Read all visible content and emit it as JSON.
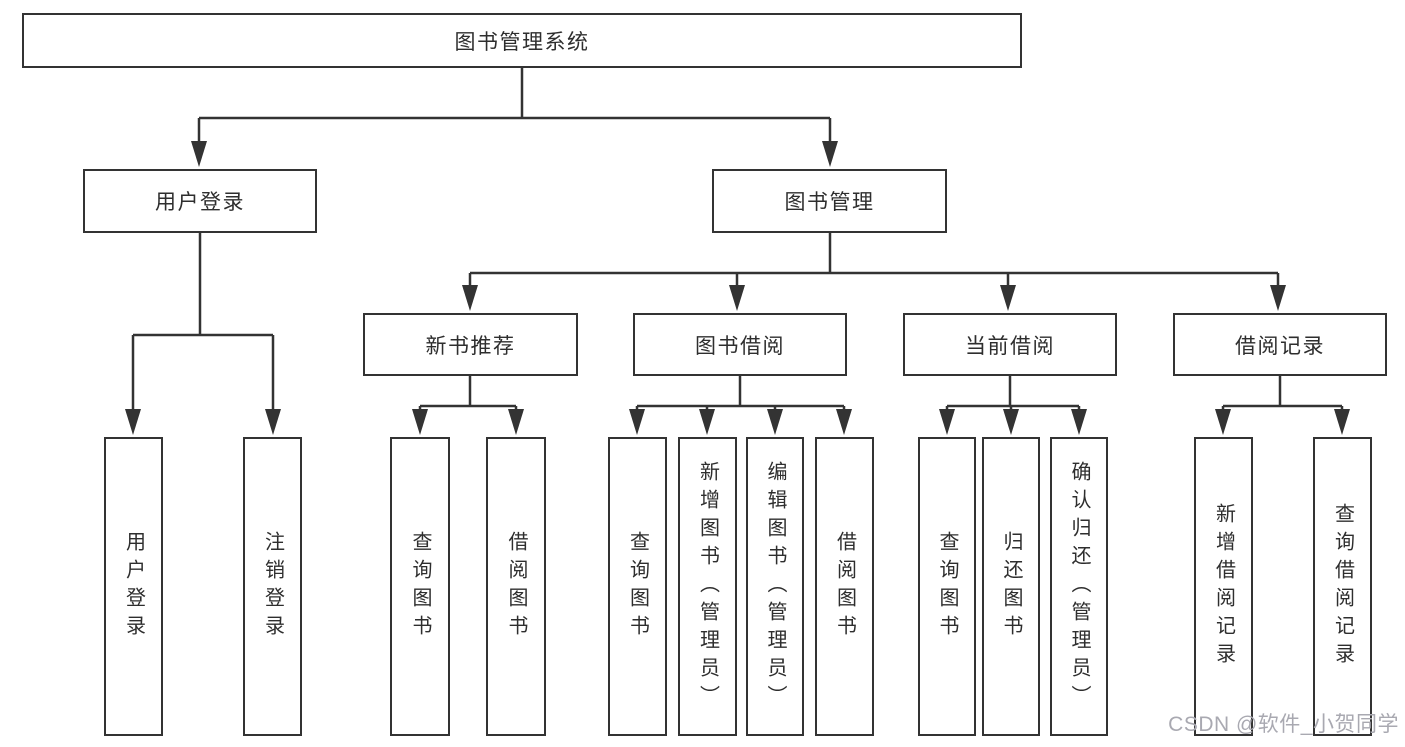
{
  "colors": {
    "line": "#333333",
    "box_border": "#333333",
    "box_fill": "#ffffff",
    "text": "#2e2e2e",
    "watermark": "#a9a9b1",
    "background": "#ffffff"
  },
  "tree": {
    "root": {
      "label": "图书管理系统"
    },
    "branches": [
      {
        "label": "用户登录",
        "children": [
          {
            "label": "用户登录"
          },
          {
            "label": "注销登录"
          }
        ]
      },
      {
        "label": "图书管理",
        "children": [
          {
            "label": "新书推荐",
            "children": [
              {
                "label": "查询图书"
              },
              {
                "label": "借阅图书"
              }
            ]
          },
          {
            "label": "图书借阅",
            "children": [
              {
                "label": "查询图书"
              },
              {
                "label": "新增图书（管理员）"
              },
              {
                "label": "编辑图书（管理员）"
              },
              {
                "label": "借阅图书"
              }
            ]
          },
          {
            "label": "当前借阅",
            "children": [
              {
                "label": "查询图书"
              },
              {
                "label": "归还图书"
              },
              {
                "label": "确认归还（管理员）"
              }
            ]
          },
          {
            "label": "借阅记录",
            "children": [
              {
                "label": "新增借阅记录"
              },
              {
                "label": "查询借阅记录"
              }
            ]
          }
        ]
      }
    ]
  },
  "watermark": {
    "text": "CSDN @软件_小贺同学"
  }
}
